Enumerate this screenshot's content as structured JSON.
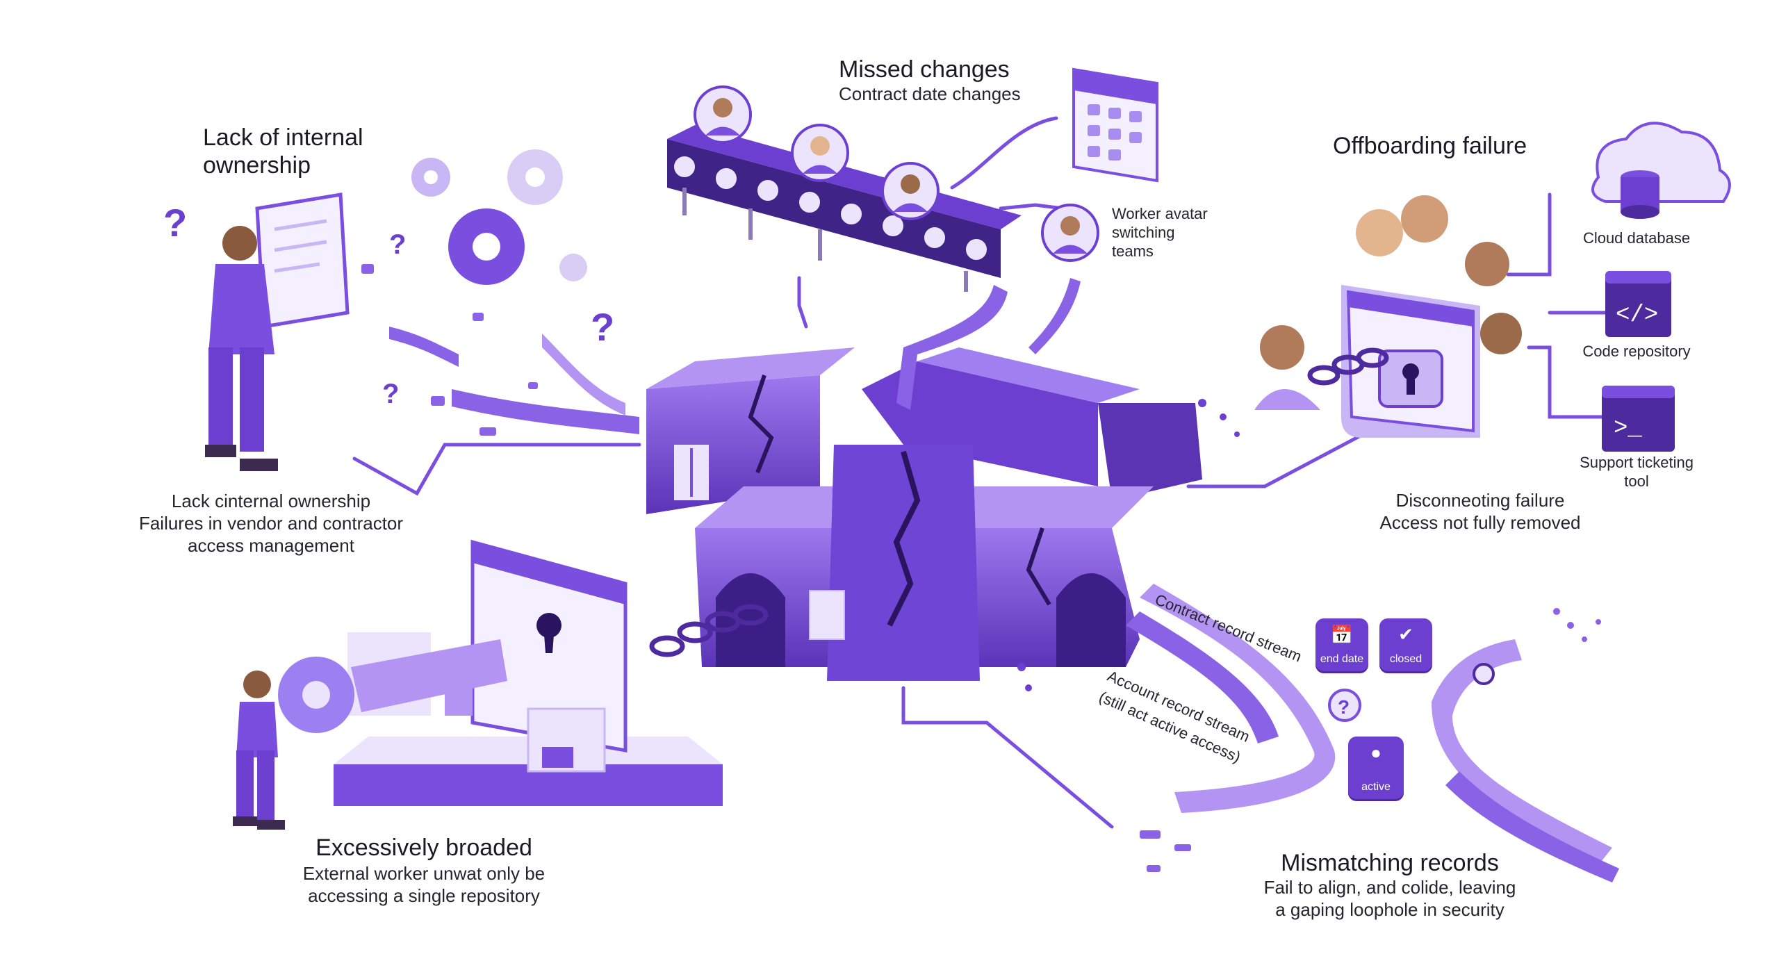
{
  "labels": {
    "missed_title": "Missed changes",
    "missed_sub": "Contract date changes",
    "worker_switch_1": "Worker avatar",
    "worker_switch_2": "switching",
    "worker_switch_3": "teams",
    "lack_title_1": "Lack of internal",
    "lack_title_2": "ownership",
    "lack_desc_1": "Lack cinternal ownership",
    "lack_desc_2": "Failures in vendor and contractor",
    "lack_desc_3": "access management",
    "offboard_title": "Offboarding failure",
    "offboard_desc_1": "Disconneoting failure",
    "offboard_desc_2": "Access not fully removed",
    "cloud_db": "Cloud database",
    "code_repo": "Code repository",
    "support_1": "Support ticketing",
    "support_2": "tool",
    "excess_title": "Excessively broaded",
    "excess_desc_1": "External worker unwat only be",
    "excess_desc_2": "accessing a single repository",
    "mismatch_title": "Mismatching records",
    "mismatch_desc_1": "Fail to align, and colide, leaving",
    "mismatch_desc_2": "a gaping loophole in security",
    "contract_stream": "Contract record stream",
    "account_stream_1": "Account record stream",
    "account_stream_2": "(still act active access)",
    "badge_end": "end date",
    "badge_closed": "closed",
    "badge_active": "active"
  },
  "icons": [
    "gear-icon",
    "question-mark-icon",
    "calendar-icon",
    "database-icon",
    "code-icon",
    "terminal-icon",
    "padlock-icon",
    "keyhole-icon",
    "key-icon",
    "chain-icon",
    "folder-icon",
    "checkmark-icon",
    "person-icon"
  ],
  "colors": {
    "primary": "#7a4fe0",
    "dark": "#4d2a9e",
    "light": "#c9b6f4",
    "pale": "#ece4fc",
    "text": "#1f1d2b"
  }
}
